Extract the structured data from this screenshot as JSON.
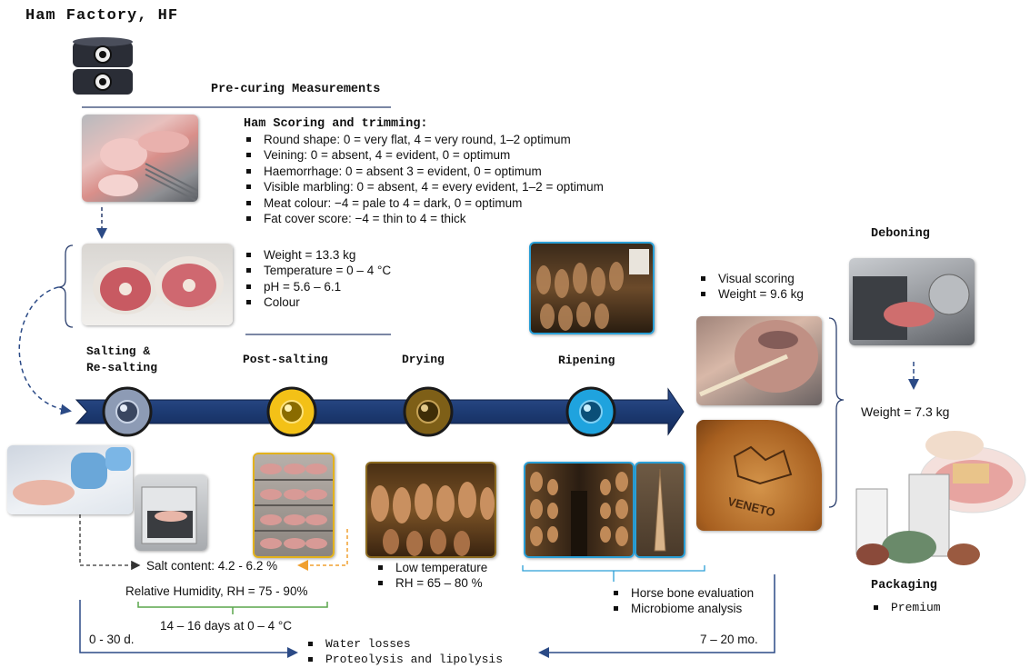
{
  "title": "Ham Factory, HF",
  "pre_curing": {
    "heading": "Pre-curing Measurements",
    "scoring_heading": "Ham Scoring and trimming:",
    "scoring_items": [
      "Round shape: 0 = very flat, 4 = very round, 1–2 optimum",
      "Veining: 0 = absent,  4 = evident, 0 = optimum",
      "Haemorrhage: 0 = absent 3 = evident, 0 = optimum",
      "Visible marbling: 0 = absent, 4 = every evident, 1–2 = optimum",
      "Meat colour: −4 = pale to 4 = dark, 0 = optimum",
      "Fat cover score: −4 = thin to 4 = thick"
    ],
    "measure_items": [
      "Weight  = 13.3 kg",
      "Temperature = 0 – 4 °C",
      "pH = 5.6 – 6.1",
      "Colour"
    ]
  },
  "stages": {
    "salting": [
      "Salting &",
      "Re-salting"
    ],
    "post_salting": "Post-salting",
    "drying": "Drying",
    "ripening": "Ripening"
  },
  "stage_colors": {
    "salting": "#8d9bb5",
    "post_salting": "#f3c117",
    "drying": "#7e5f17",
    "ripening": "#1fa3de"
  },
  "salting": {
    "salt_content": "Salt content: 4.2 - 6.2 %",
    "humidity": "Relative Humidity, RH = 75 - 90%",
    "duration": "14 – 16 days at 0 – 4 °C"
  },
  "drying": {
    "items": [
      "Low temperature",
      "RH = 65 – 80 %"
    ]
  },
  "ripening": {
    "items": [
      "Horse bone evaluation",
      "Microbiome analysis"
    ]
  },
  "final_checks": {
    "items": [
      "Visual scoring",
      "Weight = 9.6 kg"
    ]
  },
  "deboning": {
    "heading": "Deboning",
    "weight": "Weight = 7.3 kg"
  },
  "packaging": {
    "heading": "Packaging",
    "items": [
      "Premium"
    ]
  },
  "timeline": {
    "left": "0 - 30 d.",
    "right": "7 – 20 mo.",
    "outcomes": [
      "Water losses",
      "Proteolysis and lipolysis"
    ]
  },
  "stamp_text": "VENETO"
}
